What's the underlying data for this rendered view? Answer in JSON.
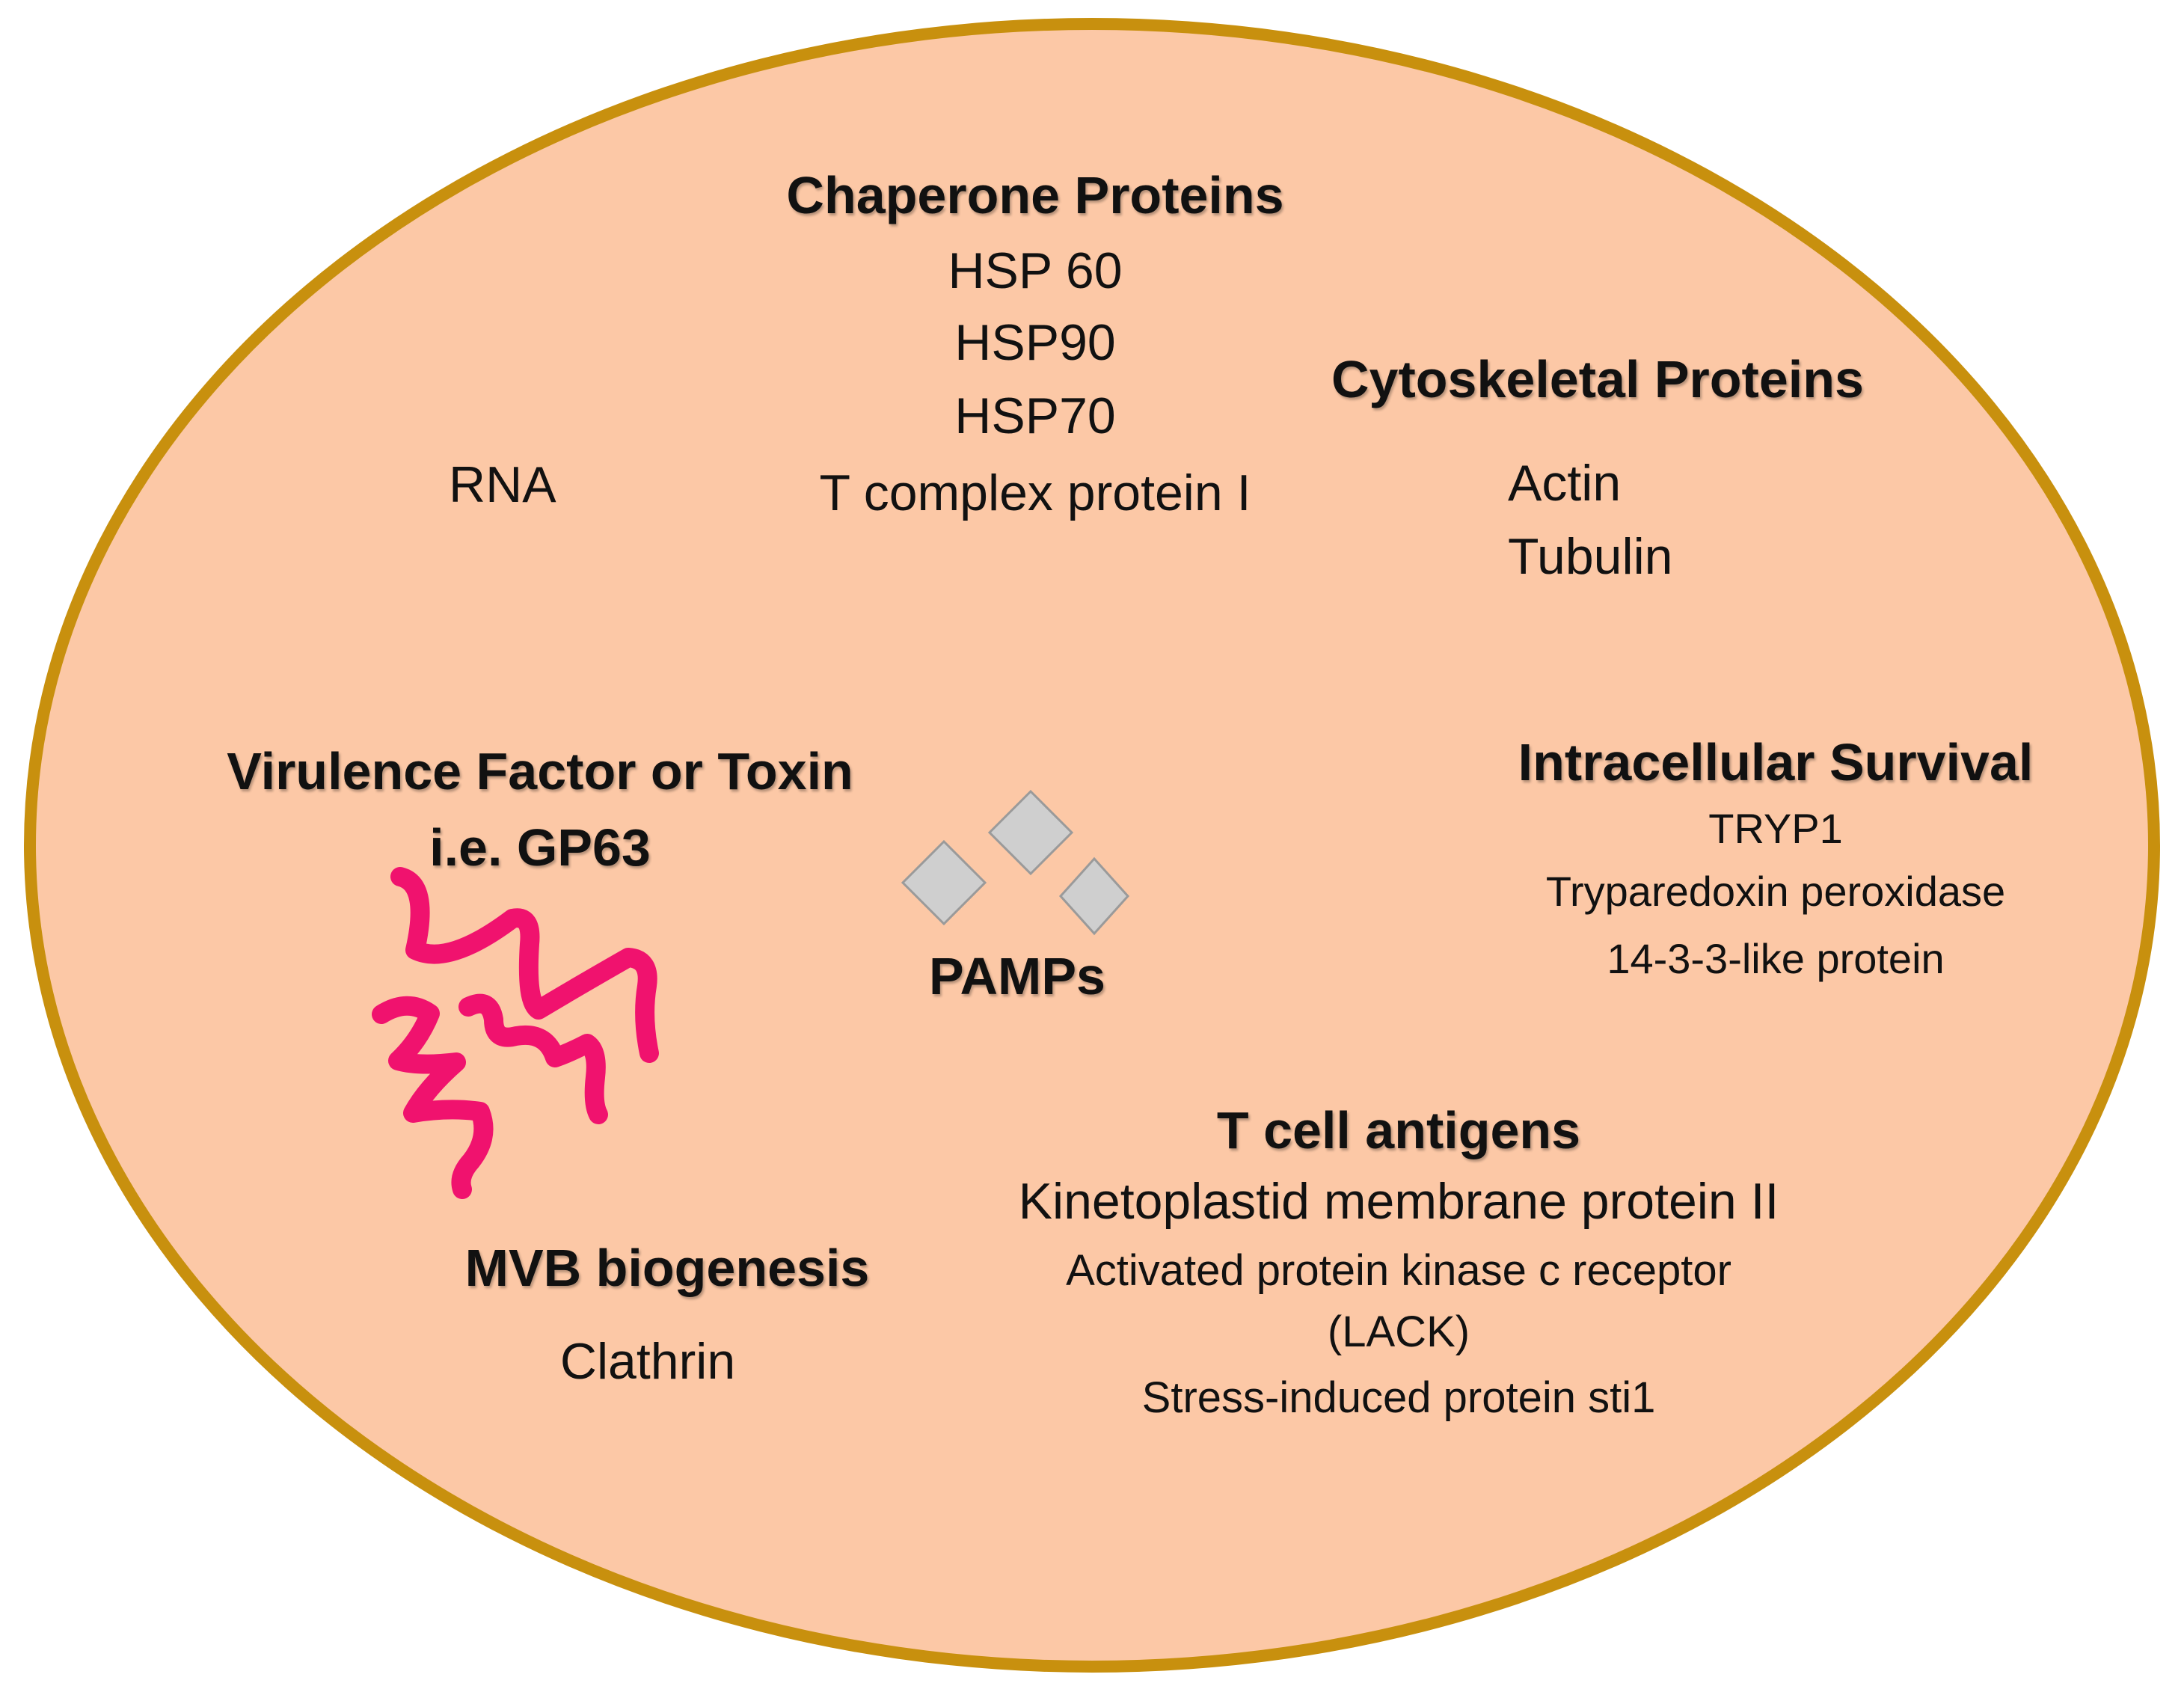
{
  "colors": {
    "cell_fill": "#FCC8A6",
    "cell_border": "#C8900E",
    "pamp_fill": "#CFCFCF",
    "pamp_stroke": "#9A9A9A",
    "toxin": "#F0126E"
  },
  "icons": {
    "pamp": "gray-diamond-icon",
    "toxin": "squiggle-icon"
  },
  "groups": {
    "chaperone": {
      "title": "Chaperone Proteins",
      "items": [
        "HSP 60",
        "HSP90",
        "HSP70",
        "T complex protein I"
      ]
    },
    "cytoskeletal": {
      "title": "Cytoskeletal Proteins",
      "items": [
        "Actin",
        "Tubulin"
      ]
    },
    "rna": {
      "label": "RNA"
    },
    "virulence": {
      "title_line1": "Virulence Factor or Toxin",
      "title_line2": "i.e. GP63"
    },
    "pamps": {
      "label": "PAMPs"
    },
    "survival": {
      "title": "Intracellular Survival",
      "items": [
        "TRYP1",
        "Tryparedoxin peroxidase",
        "14-3-3-like protein"
      ]
    },
    "tcell": {
      "title": "T cell antigens",
      "items": [
        "Kinetoplastid membrane protein II",
        "Activated protein kinase c receptor",
        "(LACK)",
        "Stress-induced protein sti1"
      ]
    },
    "mvb": {
      "title": "MVB biogenesis",
      "items": [
        "Clathrin"
      ]
    }
  }
}
